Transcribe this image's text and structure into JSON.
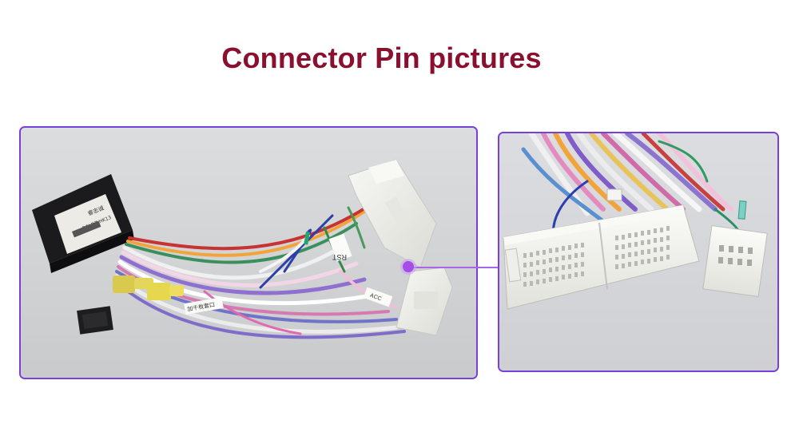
{
  "title": "Connector Pin pictures",
  "left_panel": {
    "box_label_brand": "睿志诚",
    "box_label_pn": "P/N RZ-HK13",
    "tag_rst": "RST",
    "tag_left": "加千枚套口",
    "tag_right": "ACC"
  },
  "colors": {
    "title": "#8a1030",
    "frame": "#7a3fd8",
    "pointer": "#a64de8"
  }
}
